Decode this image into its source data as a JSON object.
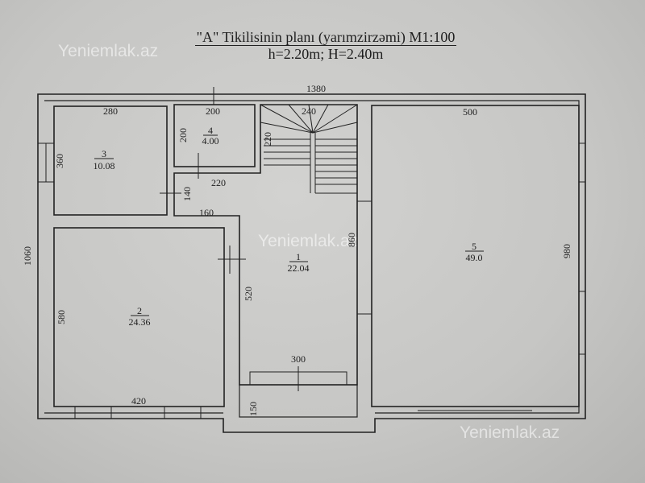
{
  "title": "\"A\" Tikilisinin planı (yarımzirzəmi) M1:100",
  "subtitle": "h=2.20m; H=2.40m",
  "watermark": "Yeniemlak.az",
  "dimensions": {
    "overall_width": "1380",
    "overall_height": "1060",
    "room3_width": "280",
    "room3_height": "360",
    "room4_width": "200",
    "room4_height": "200",
    "stair_width": "240",
    "stair_height": "220",
    "room5_width": "500",
    "room5_height": "980",
    "passage_width": "220",
    "passage_height": "140",
    "hall_top": "160",
    "hall_height": "860",
    "hall_side": "520",
    "room2_height": "580",
    "room2_width": "420",
    "hall_bottom": "300",
    "entry_depth": "150"
  },
  "rooms": [
    {
      "number": "1",
      "area": "22.04"
    },
    {
      "number": "2",
      "area": "24.36"
    },
    {
      "number": "3",
      "area": "10.08"
    },
    {
      "number": "4",
      "area": "4.00"
    },
    {
      "number": "5",
      "area": "49.0"
    }
  ]
}
